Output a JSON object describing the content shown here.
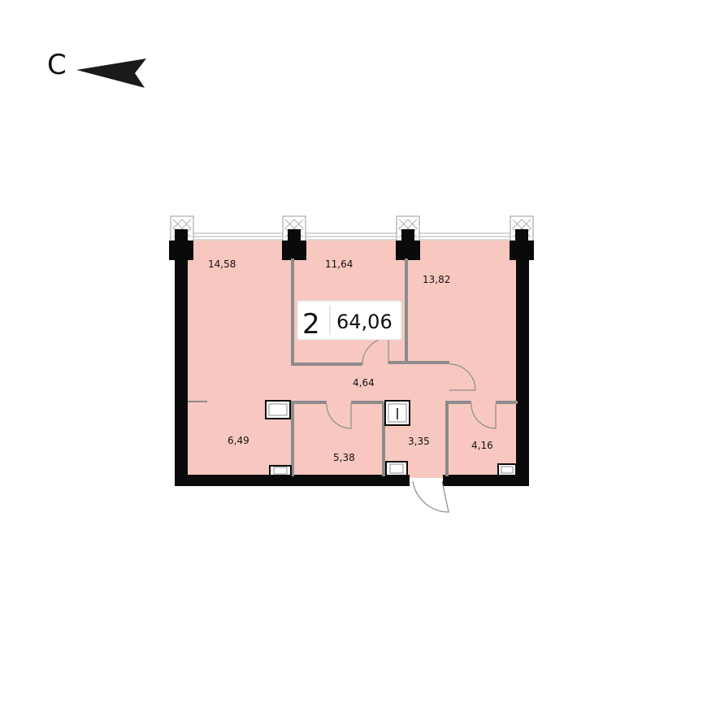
{
  "compass": {
    "letter": "С",
    "arrow_icon": "north-arrow-icon"
  },
  "apartment": {
    "rooms_count": "2",
    "total_area": "64,06"
  },
  "rooms": [
    {
      "id": "living-room",
      "area": "14,58"
    },
    {
      "id": "bedroom-middle",
      "area": "11,64"
    },
    {
      "id": "bedroom-right",
      "area": "13,82"
    },
    {
      "id": "hallway",
      "area": "4,64"
    },
    {
      "id": "room-lower-left",
      "area": "6,49"
    },
    {
      "id": "bathroom",
      "area": "5,38"
    },
    {
      "id": "wc",
      "area": "3,35"
    },
    {
      "id": "room-lower-right",
      "area": "4,16"
    }
  ],
  "colors": {
    "floor_fill": "#f8c8c0",
    "outer_wall": "#0a0a0a",
    "inner_wall": "#8c8c8c",
    "window": "#b0b0b0",
    "background": "#ffffff"
  }
}
